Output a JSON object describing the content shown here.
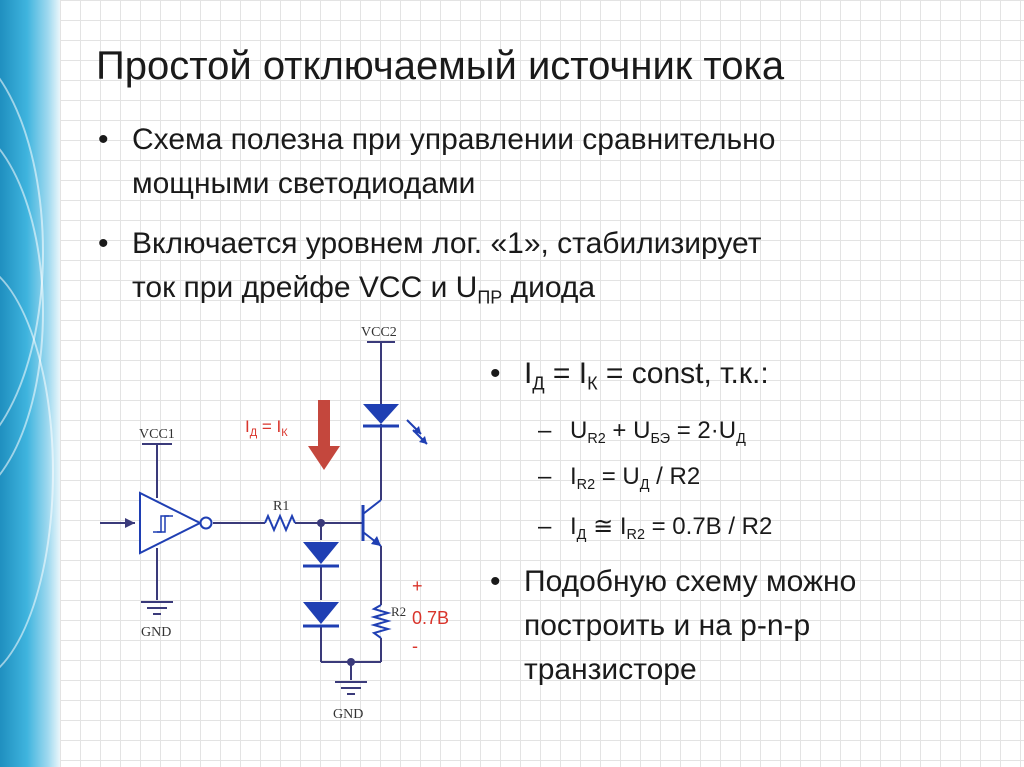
{
  "slide": {
    "title": "Простой отключаемый источник тока",
    "bullets": [
      {
        "line1": "Схема полезна при управлении сравнительно",
        "line2": "мощными светодиодами"
      },
      {
        "line1": "Включается уровнем лог. «1», стабилизирует",
        "line2_a": "ток при дрейфе VCC и U",
        "line2_sub": "ПР",
        "line2_b": " диода"
      }
    ],
    "right_bullets": {
      "main1": {
        "a": "I",
        "a_sub": "Д",
        "b": " = I",
        "b_sub": "К",
        "c": " = const, т.к.:"
      },
      "sub": [
        {
          "a": "U",
          "a_sub": "R2",
          "b": " + U",
          "b_sub": "БЭ",
          "c": " = 2·U",
          "c_sub": "Д"
        },
        {
          "a": "I",
          "a_sub": "R2",
          "b": " = U",
          "b_sub": "Д",
          "c": " / R2"
        },
        {
          "a": "I",
          "a_sub": "Д",
          "b": " ≅ I",
          "b_sub": "R2",
          "c": " = 0.7В / R2"
        }
      ],
      "main2": {
        "line1": "Подобную схему можно",
        "line2": "построить и на p-n-p",
        "line3": "транзисторе"
      }
    },
    "bullet_glyph": "•",
    "dash_glyph": "–"
  },
  "schematic": {
    "vcc1": "VCC1",
    "vcc2": "VCC2",
    "gnd_left": "GND",
    "gnd_bottom": "GND",
    "r1": "R1",
    "r2": "R2",
    "current_a": "I",
    "current_a_sub": "Д",
    "current_b": " = I",
    "current_b_sub": "К",
    "voltage": "0.7В",
    "plus": "+",
    "minus": "-",
    "accent_color": "#d9342b",
    "wire_color": "#3a3a7a",
    "component_color": "#1f3fb3"
  }
}
